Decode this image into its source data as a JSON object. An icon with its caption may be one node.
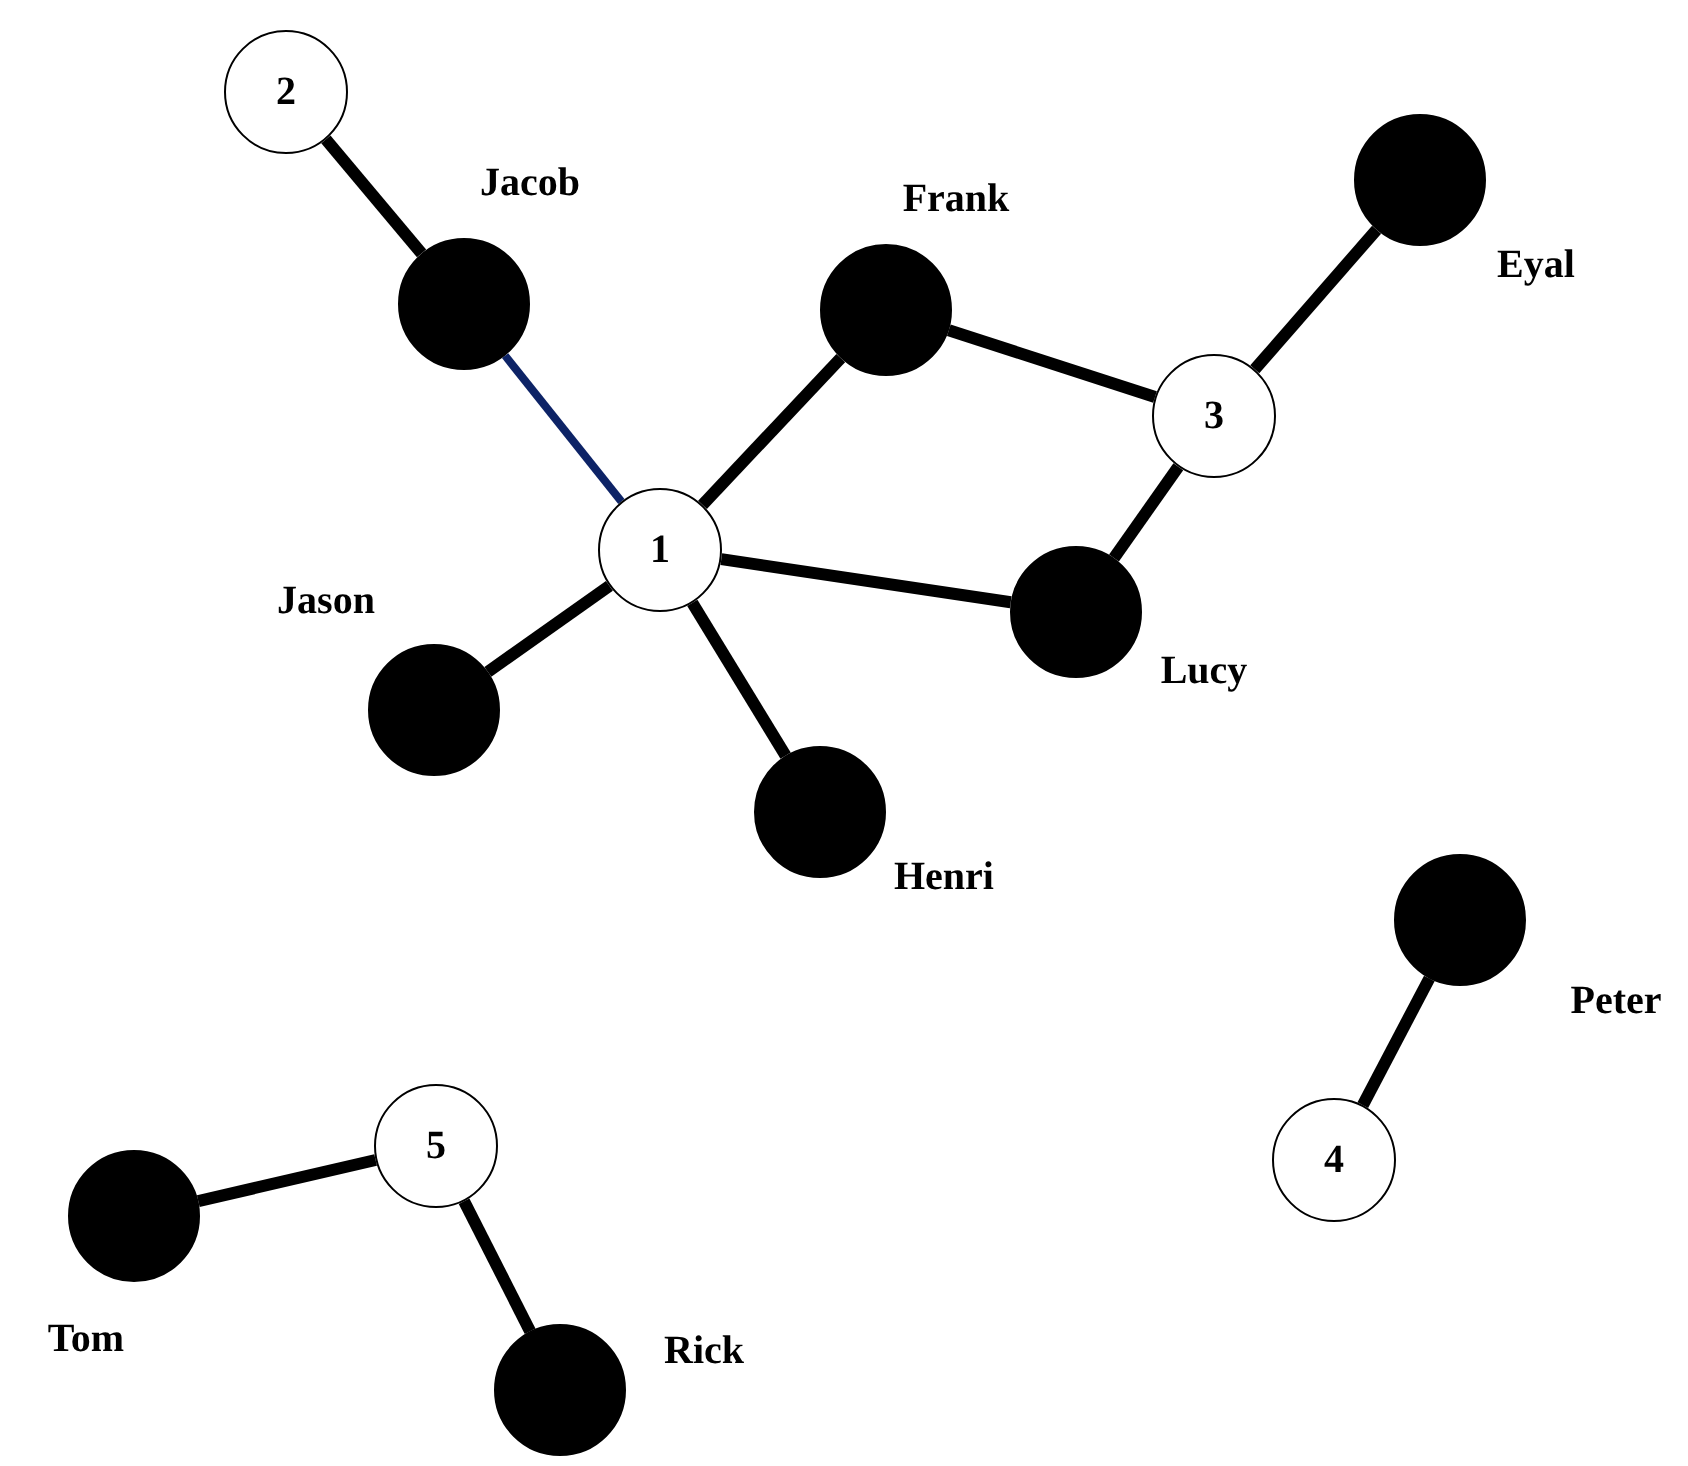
{
  "diagram": {
    "nodes": [
      {
        "text": [
          "2"
        ]
      },
      {
        "text": [],
        "shape": "circle",
        "beside": [
          "Jacob"
        ]
      },
      {
        "text": [],
        "shape": "circle",
        "beside": [
          "Frank"
        ]
      },
      {
        "text": [],
        "shape": "circle",
        "beside": [
          "Eyal"
        ]
      },
      {
        "text": [
          "3"
        ]
      },
      {
        "text": [
          "1"
        ]
      },
      {
        "text": [],
        "shape": "circle",
        "beside": [
          "Jason"
        ]
      },
      {
        "text": [],
        "shape": "circle",
        "beside": [
          "Lucy"
        ]
      },
      {
        "text": [],
        "shape": "circle",
        "beside": [
          "Henri"
        ]
      },
      {
        "text": [],
        "shape": "circle",
        "beside": [
          "Peter"
        ]
      },
      {
        "text": [
          "5"
        ]
      },
      {
        "text": [
          "4"
        ]
      },
      {
        "text": [],
        "shape": "circle",
        "beside": [
          "Tom"
        ]
      },
      {
        "text": [],
        "shape": "circle",
        "beside": [
          "Rick"
        ]
      }
    ],
    "edges": [
      {
        "from": 0,
        "to": 1,
        "arrow": "none"
      },
      {
        "from": 1,
        "to": 5,
        "arrow": "none",
        "color": "#0d2366"
      },
      {
        "from": 5,
        "to": 2,
        "arrow": "none"
      },
      {
        "from": 2,
        "to": 4,
        "arrow": "none"
      },
      {
        "from": 4,
        "to": 3,
        "arrow": "none"
      },
      {
        "from": 5,
        "to": 6,
        "arrow": "none"
      },
      {
        "from": 5,
        "to": 7,
        "arrow": "none"
      },
      {
        "from": 7,
        "to": 4,
        "arrow": "none"
      },
      {
        "from": 5,
        "to": 8,
        "arrow": "none"
      },
      {
        "from": 9,
        "to": 11,
        "arrow": "none"
      },
      {
        "from": 10,
        "to": 12,
        "arrow": "none"
      },
      {
        "from": 10,
        "to": 13,
        "arrow": "none"
      }
    ]
  }
}
